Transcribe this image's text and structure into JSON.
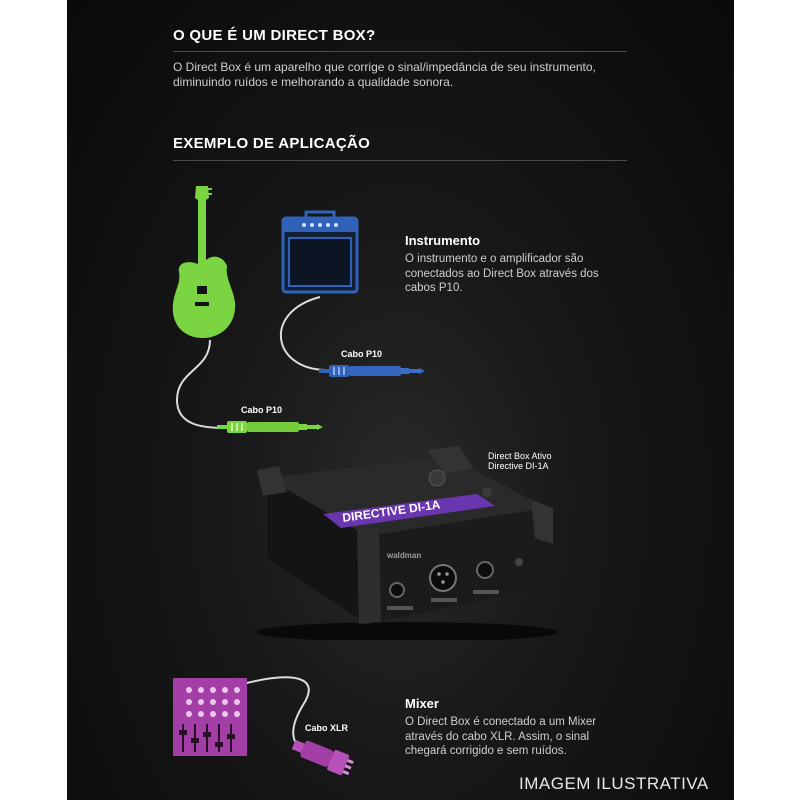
{
  "section1": {
    "heading": "O QUE É UM DIRECT BOX?",
    "text_line1": "O Direct Box é um aparelho que corrige o sinal/impedância de seu instrumento,",
    "text_line2": "diminuindo ruídos e melhorando a qualidade sonora."
  },
  "section2": {
    "heading": "EXEMPLO DE APLICAÇÃO"
  },
  "instrumento": {
    "title": "Instrumento",
    "line1": "O instrumento e o amplificador são",
    "line2": "conectados ao Direct Box através dos",
    "line3": "cabos P10."
  },
  "cables": {
    "p10_amp": "Cabo P10",
    "p10_guitar": "Cabo P10",
    "xlr": "Cabo XLR"
  },
  "device": {
    "label_line1": "Direct Box Ativo",
    "label_line2": "Directive DI-1A",
    "brand_text": "DIRECTIVE DI-1A",
    "maker": "waldman"
  },
  "mixer": {
    "title": "Mixer",
    "line1": "O Direct Box é conectado a um Mixer",
    "line2": "através do cabo XLR. Assim, o sinal",
    "line3": "chegará corrigido e sem ruídos."
  },
  "watermark": "IMAGEM ILUSTRATIVA",
  "colors": {
    "guitar": "#7bd542",
    "amp": "#2f62b8",
    "mixer": "#a23ea6",
    "device_purple": "#6a36b0"
  }
}
